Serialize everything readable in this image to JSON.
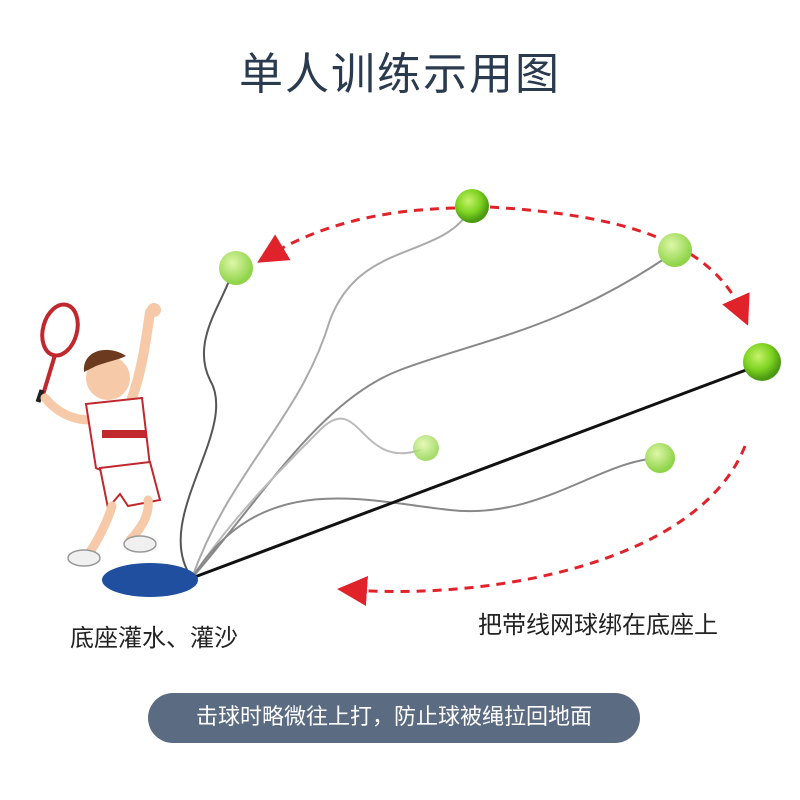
{
  "title": "单人训练示用图",
  "labels": {
    "base": "底座灌水、灌沙",
    "ball": "把带线网球绑在底座上"
  },
  "tip": "击球时略微往上打，防止球被绳拉回地面",
  "colors": {
    "title": "#2a3a4f",
    "arrow": "#e0232a",
    "ball": "#7ed321",
    "base": "#1f4f9e",
    "pill": "#5b6b82"
  }
}
